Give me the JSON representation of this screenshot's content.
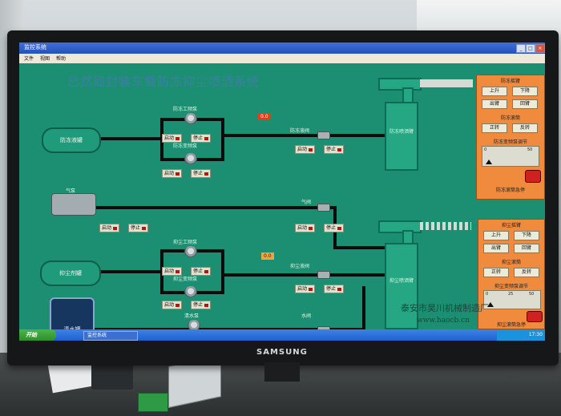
{
  "window": {
    "title": "监控系统",
    "menu": [
      "文件",
      "视图",
      "帮助"
    ]
  },
  "scada": {
    "system_title": "已然局封装车载防冻抑尘喷洒系统",
    "tanks": {
      "antifreeze": "防冻液罐",
      "suppress": "抑尘剂罐",
      "water": "清水罐"
    },
    "pumps": {
      "antifreeze_work": "防冻工频泵",
      "antifreeze_var": "防冻变频泵",
      "suppress_work": "抑尘工频泵",
      "suppress_var": "抑尘变频泵",
      "clean": "清水泵"
    },
    "air_compressor": "气泵",
    "valves": {
      "antifreeze": "防冻液阀",
      "air": "气阀",
      "suppress": "抑尘液阀",
      "water": "水阀"
    },
    "values": {
      "antifreeze_pressure": "0.0",
      "suppress_pressure": "0.0"
    },
    "arms": {
      "antifreeze": "防冻喷洒臂",
      "suppress": "抑尘喷洒臂"
    },
    "start_label": "启动",
    "stop_label": "停止"
  },
  "panel_antifreeze": {
    "head": "防冻摇臂",
    "btns": [
      "上升",
      "下降",
      "出臂",
      "回臂"
    ],
    "roll_head": "防冻滚筒",
    "roll_btns": [
      "正转",
      "反转"
    ],
    "speed_head": "防冻变频泵调节",
    "ticks": [
      "0",
      "50"
    ],
    "footer": "防冻滚筒急停"
  },
  "panel_suppress": {
    "head": "抑尘摇臂",
    "btns": [
      "上升",
      "下降",
      "出臂",
      "回臂"
    ],
    "roll_head": "抑尘滚筒",
    "roll_btns": [
      "正转",
      "反转"
    ],
    "speed_head": "抑尘变频泵调节",
    "ticks": [
      "0",
      "25",
      "50"
    ],
    "footer": "抑尘滚筒急停"
  },
  "company": {
    "name": "泰安市昊川机械制造厂",
    "website": "www.haocb.cn"
  },
  "taskbar": {
    "start": "开始",
    "app": "监控系统",
    "clock": "17:30"
  },
  "monitor": {
    "brand": "SAMSUNG"
  },
  "colors": {
    "screen": "#1c8f72",
    "panel": "#f08a3c",
    "stop_red": "#c21010"
  }
}
